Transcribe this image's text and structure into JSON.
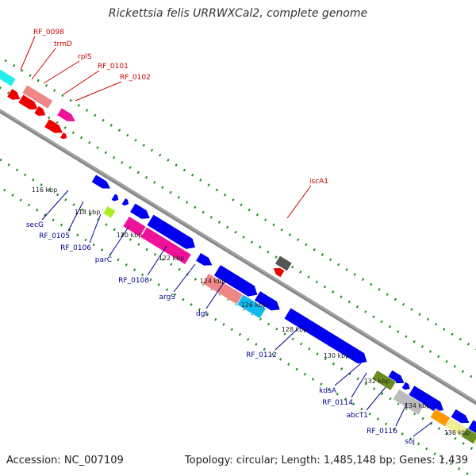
{
  "title": "Rickettsia felis URRWXCal2, complete genome",
  "footer": {
    "accession": "Accession: NC_007109",
    "topology": "Topology: circular; Length: 1,485,148 bp; Genes: 1,439"
  },
  "colors": {
    "backbone": "#888888",
    "tick_dots": "#1e8c1e",
    "forward_label": "#cc0000",
    "reverse_label": "#00008b",
    "blue": "#0000ee",
    "red": "#ee0000",
    "magenta": "#ee1199",
    "salmon": "#ee8888",
    "cyan": "#11bbee",
    "green": "#6b8e23",
    "lime": "#aaee22",
    "gray": "#555555",
    "silver": "#bbbbbb",
    "orange": "#ff9900",
    "khaki": "#eeee99"
  },
  "scale": {
    "ticks": [
      "116 kbp",
      "118 kbp",
      "120 kbp",
      "122 kbp",
      "124 kbp",
      "126 kbp",
      "128 kbp",
      "130 kbp",
      "132 kbp",
      "134 kbp",
      "136 kbp"
    ]
  },
  "forward_labels": [
    "RF_0098",
    "trmD",
    "rplS",
    "RF_0101",
    "RF_0102",
    "iscA1"
  ],
  "reverse_labels": [
    "secG",
    "RF_0105",
    "RF_0106",
    "parC",
    "RF_0108",
    "argS",
    "dgt",
    "RF_0112",
    "kdsA",
    "RF_0114",
    "abcT1",
    "RF_0116",
    "soj"
  ]
}
